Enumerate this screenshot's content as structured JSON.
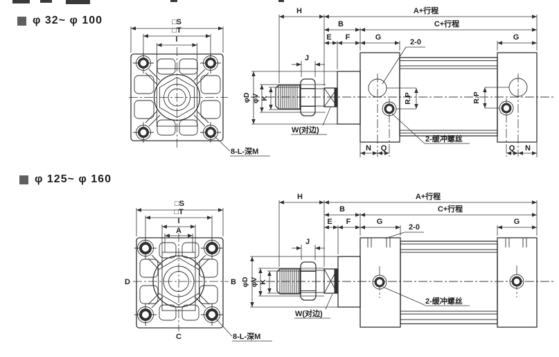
{
  "page": {
    "background": "#ffffff",
    "ink": "#2f2f2f",
    "marker_color": "#5f5f5f"
  },
  "sections": [
    {
      "heading": "φ 32~ φ 100",
      "front": {
        "s": "□S",
        "t": "□T",
        "i": "I",
        "bolt_note": "8-L-深M"
      },
      "side": {
        "h": "H",
        "a_stroke": "A+行程",
        "b": "B",
        "c_stroke": "C+行程",
        "e": "E",
        "f": "F",
        "g": "G",
        "j": "J",
        "port_note": "2-0",
        "phi_d": "φD",
        "phi_v": "φV",
        "k": "K",
        "flats": "W(对边)",
        "rp": "R.P",
        "n": "N",
        "q": "Q",
        "cushion_note": "2-缓冲螺丝"
      }
    },
    {
      "heading": "φ 125~ φ 160",
      "front": {
        "s": "□S",
        "t": "□T",
        "i": "I",
        "a": "A",
        "b": "B",
        "c": "C",
        "d": "D",
        "bolt_note": "8-L-深M"
      },
      "side": {
        "h": "H",
        "a_stroke": "A+行程",
        "b": "B",
        "c_stroke": "C+行程",
        "e": "E",
        "f": "F",
        "g": "G",
        "j": "J",
        "port_note": "2-0",
        "phi_d": "φD",
        "phi_v": "φV",
        "k": "K",
        "flats": "W(对边)",
        "cushion_note": "2-缓冲螺丝"
      }
    }
  ]
}
